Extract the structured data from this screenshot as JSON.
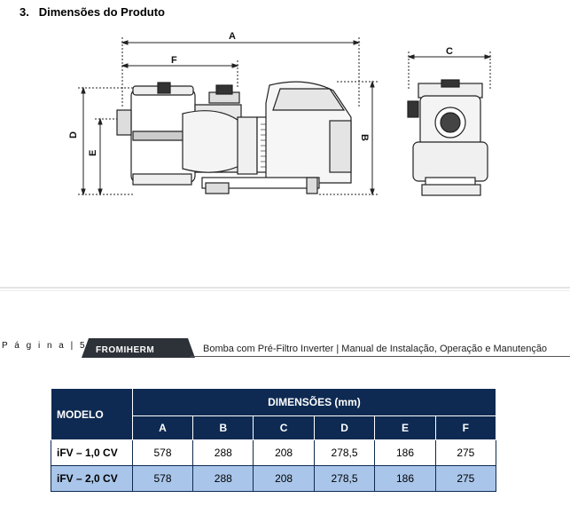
{
  "section": {
    "number": "3.",
    "title": "Dimensões do Produto"
  },
  "drawing": {
    "labels": {
      "A": "A",
      "B": "B",
      "C": "C",
      "D": "D",
      "E": "E",
      "F": "F"
    }
  },
  "footer": {
    "page_label": "P á g i n a  | 5",
    "logo_text": "FROMIHERM",
    "doc_title": "Bomba com Pré-Filtro Inverter | Manual de Instalação, Operação e Manutenção"
  },
  "table": {
    "model_header": "MODELO",
    "group_header": "DIMENSÕES (mm)",
    "columns": [
      "A",
      "B",
      "C",
      "D",
      "E",
      "F"
    ],
    "rows": [
      {
        "model": "iFV – 1,0 CV",
        "values": [
          "578",
          "288",
          "208",
          "278,5",
          "186",
          "275"
        ]
      },
      {
        "model": "iFV – 2,0 CV",
        "values": [
          "578",
          "288",
          "208",
          "278,5",
          "186",
          "275"
        ]
      }
    ]
  },
  "colors": {
    "header_bg": "#0e2a52",
    "alt_row_bg": "#a9c6ea"
  }
}
